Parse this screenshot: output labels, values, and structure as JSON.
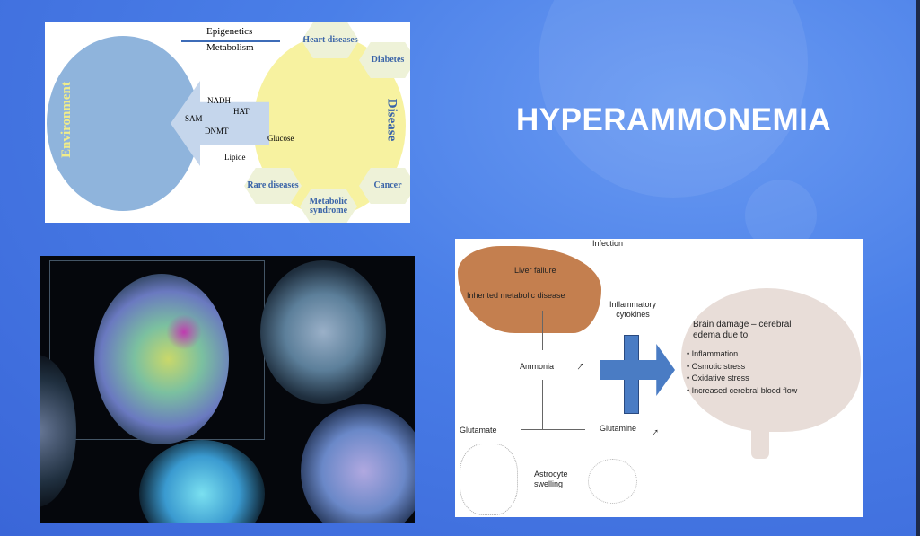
{
  "slide": {
    "title": "HYPERAMMONEMIA"
  },
  "epigenetics_figure": {
    "top_labels": [
      "Epigenetics",
      "Metabolism"
    ],
    "left_label": "Environment",
    "right_label": "Disease",
    "molecules": [
      "NADH",
      "HAT",
      "SAM",
      "DNMT",
      "Glucose",
      "Lipide"
    ],
    "diseases": [
      "Heart diseases",
      "Diabetes",
      "Cancer",
      "Metabolic syndrome",
      "Rare diseases"
    ]
  },
  "pathway_figure": {
    "infection": "Infection",
    "liver_failure": "Liver failure",
    "inherited": "Inherited metabolic disease",
    "cytokines": "Inflammatory cytokines",
    "ammonia": "Ammonia",
    "glutamate": "Glutamate",
    "glutamine": "Glutamine",
    "astrocyte": "Astrocyte swelling",
    "brain_heading": "Brain damage – cerebral edema due to",
    "brain_causes": [
      "Inflammation",
      "Osmotic stress",
      "Oxidative stress",
      "Increased cerebral blood flow"
    ]
  },
  "colors": {
    "background": "#4a7fe8",
    "liver": "#c47f4f",
    "arrow": "#4a7cc4"
  }
}
